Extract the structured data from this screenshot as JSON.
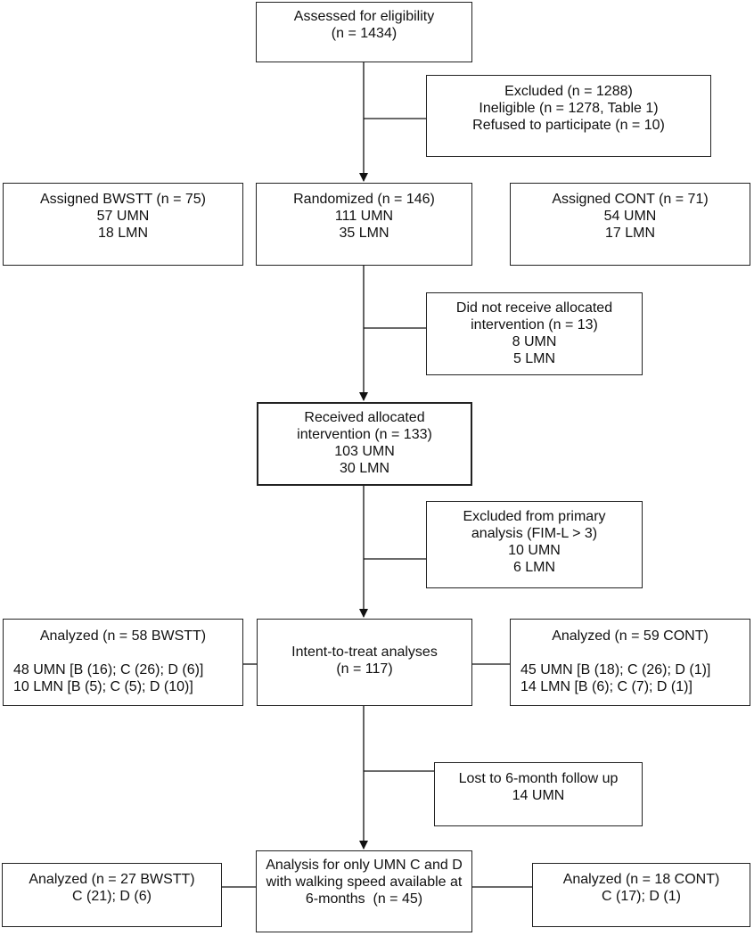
{
  "assessed": {
    "lines": [
      "Assessed for eligibility",
      "(n = 1434)"
    ]
  },
  "excluded": {
    "lines": [
      "Excluded (n = 1288)",
      "Ineligible (n = 1278, Table 1)",
      "Refused to participate (n = 10)"
    ]
  },
  "assigned_bwstt": {
    "lines": [
      "Assigned BWSTT (n = 75)",
      "57 UMN",
      "18 LMN"
    ]
  },
  "randomized": {
    "lines": [
      "Randomized (n = 146)",
      "111 UMN",
      "35 LMN"
    ]
  },
  "assigned_cont": {
    "lines": [
      "Assigned CONT (n = 71)",
      "54 UMN",
      "17 LMN"
    ]
  },
  "did_not_receive": {
    "lines": [
      "Did not receive allocated",
      "intervention (n = 13)",
      "8 UMN",
      "5 LMN"
    ]
  },
  "received": {
    "lines": [
      "Received allocated",
      "intervention (n = 133)",
      "103 UMN",
      "30 LMN"
    ]
  },
  "excluded_primary": {
    "lines": [
      "Excluded from primary",
      "analysis (FIM-L > 3)",
      "10 UMN",
      "6 LMN"
    ]
  },
  "analyzed_bwstt": {
    "title": "Analyzed (n = 58 BWSTT)",
    "lines": [
      "48 UMN [B (16); C (26); D (6)]",
      "10 LMN [B (5); C (5); D (10)]"
    ]
  },
  "itt": {
    "lines": [
      "Intent-to-treat analyses",
      "(n = 117)"
    ]
  },
  "analyzed_cont": {
    "title": "Analyzed (n = 59 CONT)",
    "lines": [
      "45 UMN [B (18); C (26); D (1)]",
      "14 LMN [B (6); C (7); D (1)]"
    ]
  },
  "lost_followup": {
    "lines": [
      "Lost to 6-month follow up",
      "14 UMN"
    ]
  },
  "analyzed_bwstt_6mo": {
    "lines": [
      "Analyzed (n = 27 BWSTT)",
      "C (21); D (6)"
    ]
  },
  "analysis_umn_cd": {
    "lines": [
      "Analysis for only UMN C and D",
      "with walking speed available at",
      "6-months  (n = 45)"
    ]
  },
  "analyzed_cont_6mo": {
    "lines": [
      "Analyzed (n = 18 CONT)",
      "C (17); D (1)"
    ]
  }
}
